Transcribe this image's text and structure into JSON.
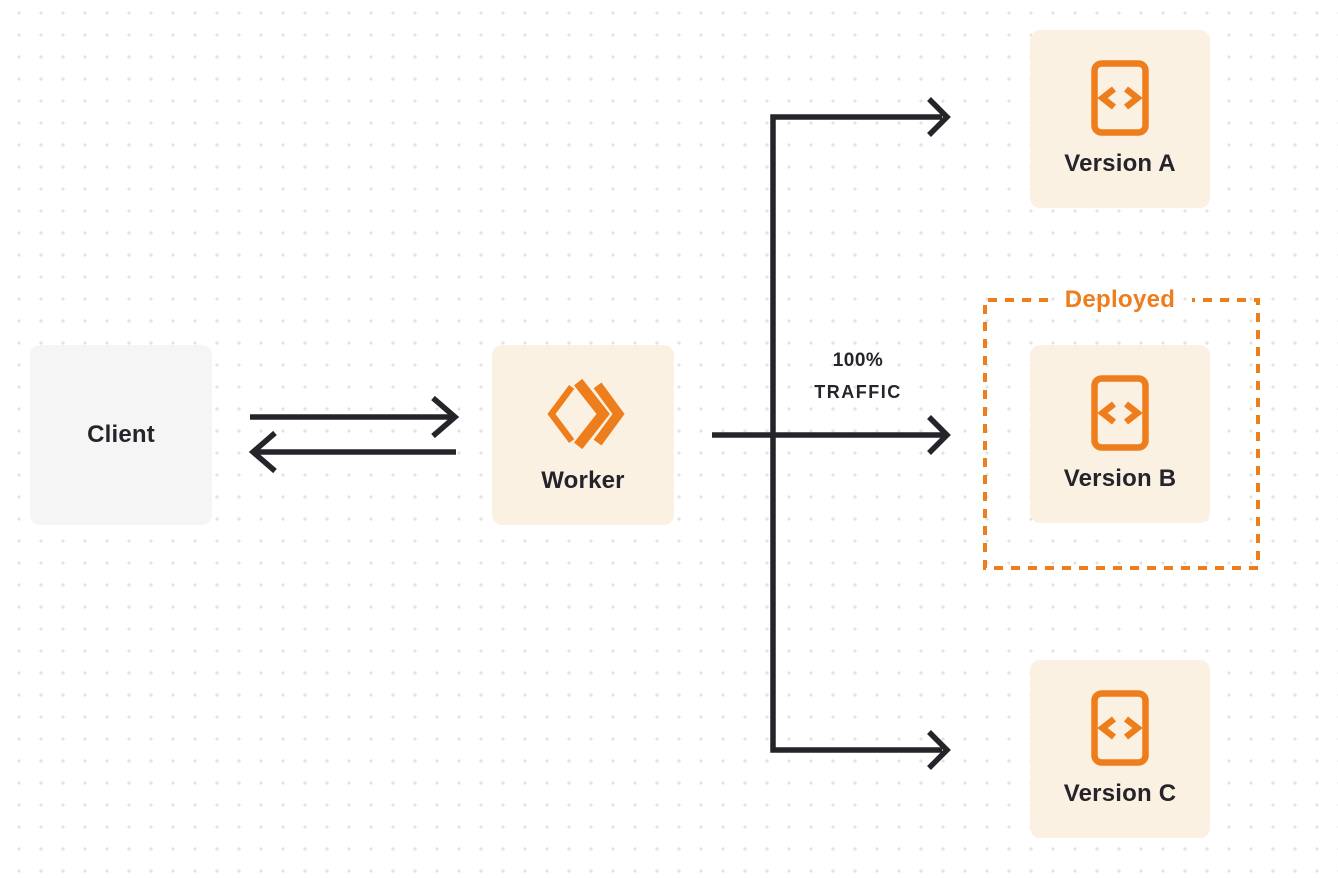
{
  "nodes": {
    "client": {
      "label": "Client"
    },
    "worker": {
      "label": "Worker"
    },
    "version_a": {
      "label": "Version A"
    },
    "version_b": {
      "label": "Version B"
    },
    "version_c": {
      "label": "Version C"
    }
  },
  "annotations": {
    "deployed_label": "Deployed",
    "traffic_line1": "100%",
    "traffic_line2": "TRAFFIC"
  },
  "icons": {
    "worker_icon": "cloudflare-workers-logo-icon",
    "version_icon": "code-document-icon"
  },
  "colors": {
    "accent_orange": "#ee7d1c",
    "node_cream_bg": "#fbf1e3",
    "client_gray_bg": "#f5f5f6",
    "line_dark": "#26242b",
    "dot_grid": "#e2e2e2",
    "page_bg": "#ffffff"
  }
}
